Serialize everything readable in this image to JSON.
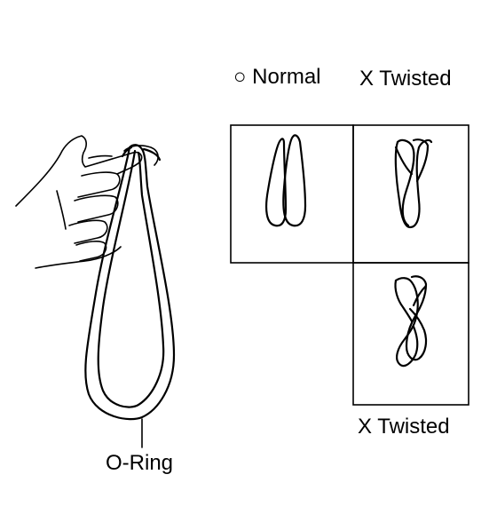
{
  "labels": {
    "normal": "○ Normal",
    "twisted_top": "X Twisted",
    "twisted_bottom": "X Twisted",
    "oring": "O-Ring"
  }
}
